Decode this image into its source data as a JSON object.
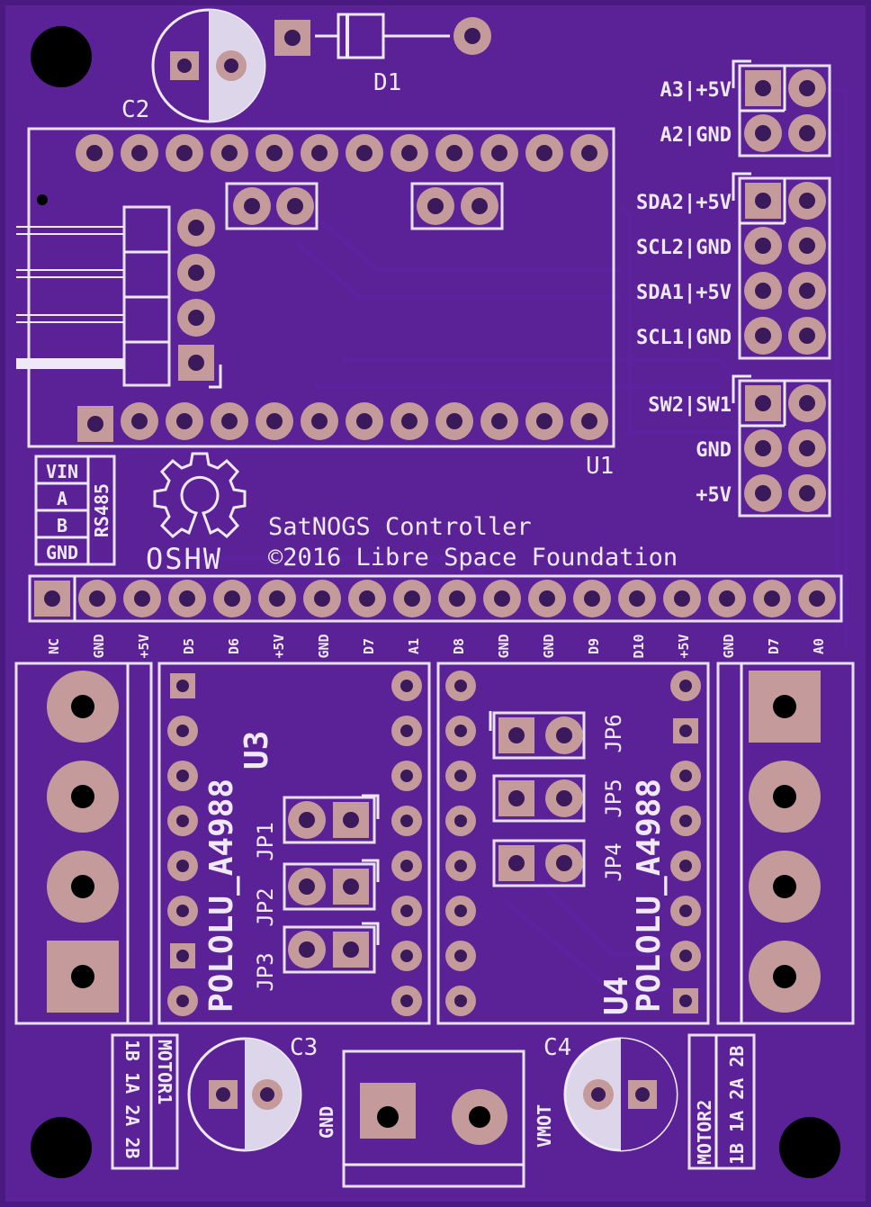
{
  "board": {
    "title": "SatNOGS Controller",
    "copyright": "©2016 Libre Space Foundation",
    "oshw": "OSHW",
    "colors": {
      "substrate": "#4a1a80",
      "mask": "#5a2296",
      "silk": "#efe8f6",
      "copper": "#c49a9a"
    }
  },
  "refs": {
    "c2": "C2",
    "d1": "D1",
    "u1": "U1",
    "c3": "C3",
    "c4": "C4",
    "u3": "U3",
    "u4": "U4",
    "u3_part": "POLOLU_A4988",
    "u4_part": "POLOLU_A4988",
    "jp1": "JP1",
    "jp2": "JP2",
    "jp3": "JP3",
    "jp4": "JP4",
    "jp5": "JP5",
    "jp6": "JP6"
  },
  "right_headers": {
    "analog": [
      "A3|+5V",
      "A2|GND"
    ],
    "i2c": [
      "SDA2|+5V",
      "SCL2|GND",
      "SDA1|+5V",
      "SCL1|GND"
    ],
    "switches": [
      "SW2|SW1",
      "GND",
      "+5V"
    ]
  },
  "rs485": {
    "title": "RS485",
    "pins": [
      "VIN",
      "A",
      "B",
      "GND"
    ]
  },
  "bottom_header": [
    "NC",
    "GND",
    "+5V",
    "D5",
    "D6",
    "+5V",
    "GND",
    "D7",
    "A1",
    "D8",
    "GND",
    "GND",
    "D9",
    "D10",
    "+5V",
    "GND",
    "D7",
    "A0"
  ],
  "motor1": {
    "title": "MOTOR1",
    "pins": "1B 1A 2A 2B"
  },
  "motor2": {
    "title": "MOTOR2",
    "pins": "1B 1A 2A 2B"
  },
  "power": {
    "gnd": "GND",
    "vmot": "VMOT"
  }
}
